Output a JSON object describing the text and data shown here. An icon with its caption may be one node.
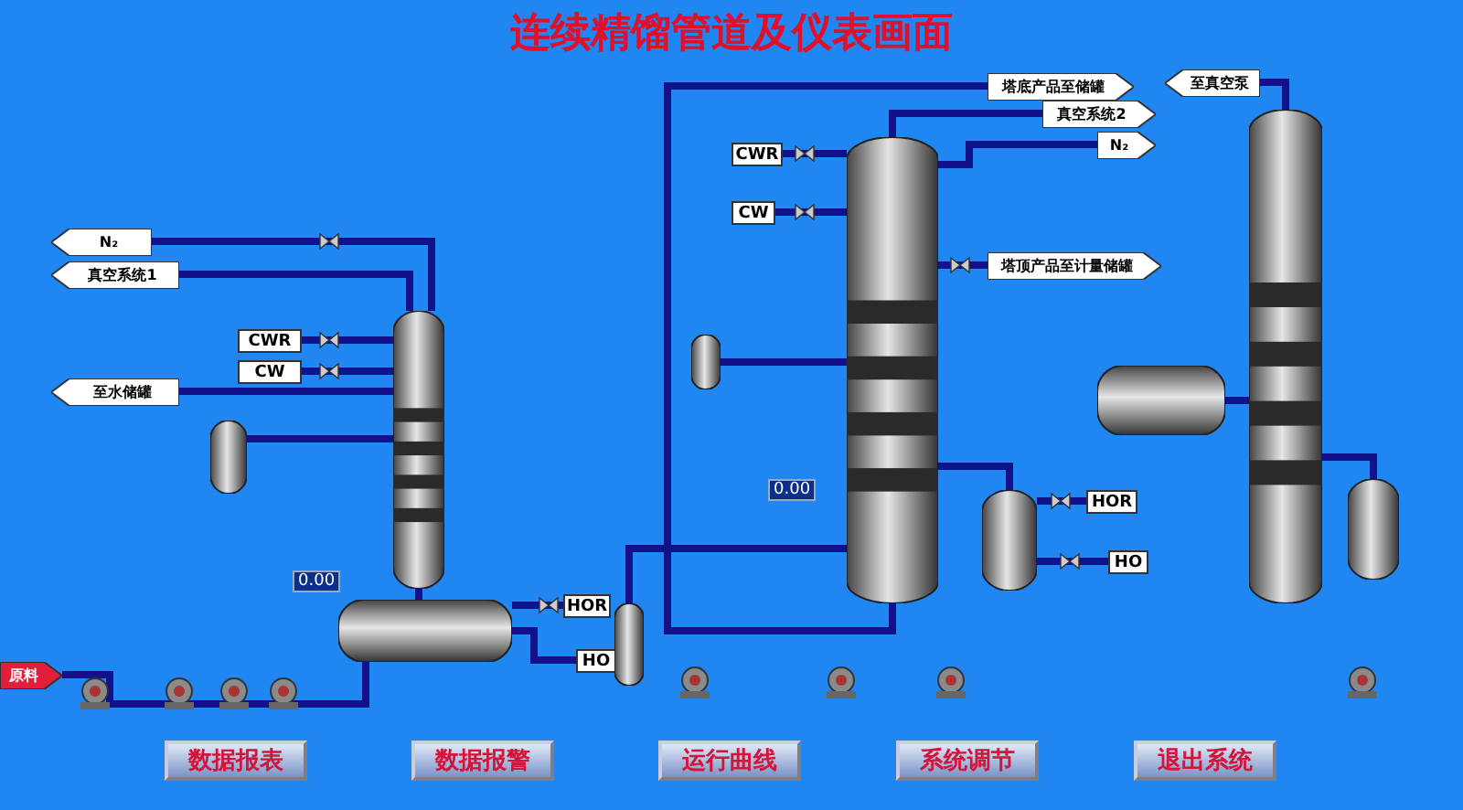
{
  "diagram": {
    "title": "连续精馏管道及仪表画面",
    "nodes": [
      {
        "text": [
          "N₂"
        ]
      },
      {
        "text": [
          "真空系统1"
        ]
      },
      {
        "text": [
          "CWR"
        ]
      },
      {
        "text": [
          "CW"
        ]
      },
      {
        "text": [
          "至水储罐"
        ]
      },
      {
        "text": [
          "原料"
        ]
      },
      {
        "text": [],
        "shape": "cylinder"
      },
      {
        "text": [],
        "shape": "cylinder"
      },
      {
        "text": [
          "HOR"
        ]
      },
      {
        "text": [
          "HO"
        ]
      },
      {
        "text": [
          "塔底产品至储罐"
        ]
      },
      {
        "text": [
          "真空系统2"
        ]
      },
      {
        "text": [
          "N₂"
        ]
      },
      {
        "text": [
          "CWR"
        ]
      },
      {
        "text": [
          "CW"
        ]
      },
      {
        "text": [
          "塔顶产品至计量储罐"
        ]
      },
      {
        "text": [],
        "shape": "cylinder"
      },
      {
        "text": [],
        "shape": "cylinder"
      },
      {
        "text": [
          "HOR"
        ]
      },
      {
        "text": [
          "HO"
        ]
      },
      {
        "text": [
          "至真空泵"
        ]
      },
      {
        "text": [],
        "shape": "cylinder"
      },
      {
        "text": [],
        "shape": "cylinder"
      },
      {
        "text": [],
        "shape": "cylinder"
      },
      {
        "text": [],
        "shape": "cylinder"
      },
      {
        "text": [],
        "shape": "cylinder"
      },
      {
        "text": [],
        "shape": "cylinder"
      }
    ],
    "edges": [
      {
        "from": 0,
        "to": 6,
        "arrow": "none"
      },
      {
        "from": 1,
        "to": 6,
        "arrow": "none"
      },
      {
        "from": 2,
        "to": 6,
        "arrow": "none"
      },
      {
        "from": 3,
        "to": 6,
        "arrow": "none"
      },
      {
        "from": 4,
        "to": 6,
        "arrow": "none"
      },
      {
        "from": 5,
        "to": 7,
        "arrow": "none"
      },
      {
        "from": 7,
        "to": 6,
        "arrow": "none"
      },
      {
        "from": 8,
        "to": 7,
        "arrow": "none"
      },
      {
        "from": 9,
        "to": 7,
        "arrow": "none"
      },
      {
        "from": 10,
        "to": 16,
        "arrow": "none"
      },
      {
        "from": 11,
        "to": 16,
        "arrow": "none"
      },
      {
        "from": 12,
        "to": 16,
        "arrow": "none"
      },
      {
        "from": 13,
        "to": 16,
        "arrow": "none"
      },
      {
        "from": 14,
        "to": 16,
        "arrow": "none"
      },
      {
        "from": 15,
        "to": 16,
        "arrow": "none"
      },
      {
        "from": 16,
        "to": 17,
        "arrow": "none"
      },
      {
        "from": 18,
        "to": 17,
        "arrow": "none"
      },
      {
        "from": 19,
        "to": 17,
        "arrow": "none"
      },
      {
        "from": 20,
        "to": 21,
        "arrow": "none"
      },
      {
        "from": 21,
        "to": 22,
        "arrow": "none"
      },
      {
        "from": 21,
        "to": 23,
        "arrow": "none"
      },
      {
        "from": 24,
        "to": 6,
        "arrow": "none"
      },
      {
        "from": 25,
        "to": 16,
        "arrow": "none"
      },
      {
        "from": 26,
        "to": 16,
        "arrow": "none"
      }
    ],
    "labels": [
      "0.00",
      "0.00",
      "数据报表",
      "数据报警",
      "运行曲线",
      "系统调节",
      "退出系统"
    ]
  }
}
